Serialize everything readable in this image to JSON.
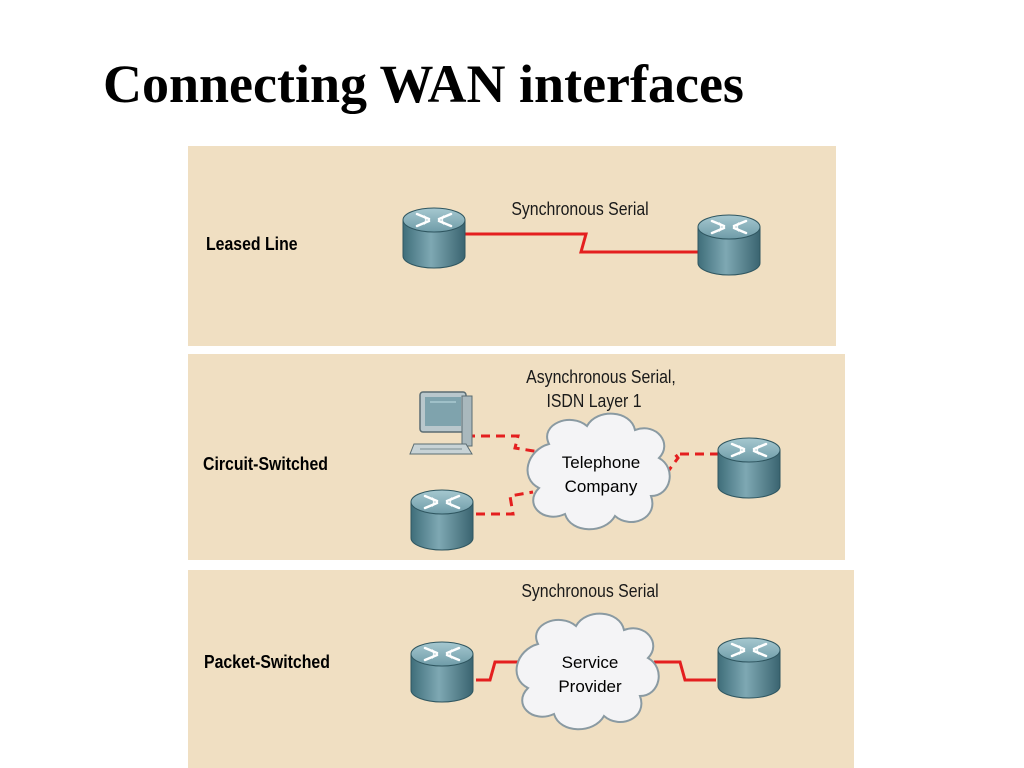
{
  "title": "Connecting WAN interfaces",
  "colors": {
    "panel_bg": "#f0dfc2",
    "link": "#e41f1f",
    "router_top": "#8fb6c0",
    "router_side": "#4c7d89",
    "cloud": "#f4f4f6"
  },
  "panels": [
    {
      "label": "Leased Line",
      "caption": "Synchronous Serial",
      "devices": [
        "router-icon",
        "router-icon"
      ]
    },
    {
      "label": "Circuit-Switched",
      "caption_line1": "Asynchronous Serial,",
      "caption_line2": "ISDN Layer 1",
      "cloud_line1": "Telephone",
      "cloud_line2": "Company",
      "devices": [
        "computer-icon",
        "router-icon",
        "router-icon"
      ]
    },
    {
      "label": "Packet-Switched",
      "caption": "Synchronous Serial",
      "cloud_line1": "Service",
      "cloud_line2": "Provider",
      "devices": [
        "router-icon",
        "router-icon"
      ]
    }
  ]
}
